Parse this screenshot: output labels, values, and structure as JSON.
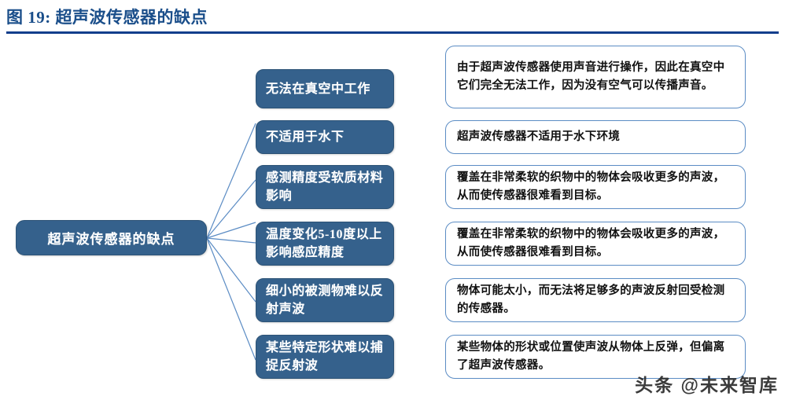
{
  "title": {
    "label": "图 19: 超声波传感器的缺点"
  },
  "diagram": {
    "type": "mind-map",
    "root": {
      "label": "超声波传感器的缺点"
    },
    "branches": [
      {
        "label": "无法在真空中工作",
        "detail": "由于超声波传感器使用声音进行操作，因此在真空中它们完全无法工作，因为没有空气可以传播声音。"
      },
      {
        "label": "不适用于水下",
        "detail": "超声波传感器不适用于水下环境"
      },
      {
        "label": "感测精度受软质材料影响",
        "detail": "覆盖在非常柔软的织物中的物体会吸收更多的声波，从而使传感器很难看到目标。"
      },
      {
        "label": "温度变化5-10度以上影响感应精度",
        "detail": "覆盖在非常柔软的织物中的物体会吸收更多的声波，从而使传感器很难看到目标。"
      },
      {
        "label": "细小的被测物难以反射声波",
        "detail": "物体可能太小，而无法将足够多的声波反射回受检测的传感器。"
      },
      {
        "label": "某些特定形状难以捕捉反射波",
        "detail": "某些物体的形状或位置使声波从物体上反弹，但偏离了超声波传感器。"
      }
    ]
  },
  "watermark": {
    "label": "头条 @未来智库"
  },
  "colors": {
    "title_text": "#1A4E8A",
    "title_rule": "#123E8C",
    "node_fill": "#35618C",
    "node_text": "#FFFFFF",
    "detail_border": "#5B8CC4",
    "detail_text": "#111111",
    "connector": "#5B8CC4"
  }
}
